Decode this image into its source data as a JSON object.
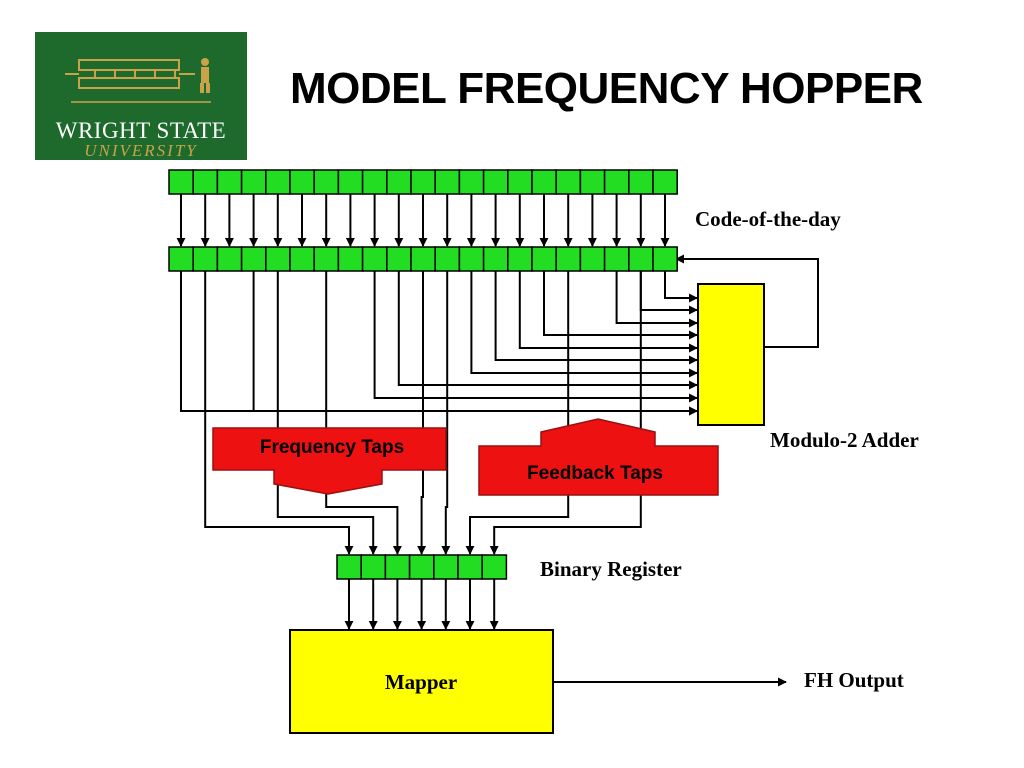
{
  "slide": {
    "title": "MODEL FREQUENCY HOPPER"
  },
  "logo": {
    "line1": "WRIGHT STATE",
    "line2": "UNIVERSITY",
    "background": "#1d6a2c",
    "accent": "#c9a24a"
  },
  "diagram": {
    "labels": {
      "code_of_the_day": "Code-of-the-day",
      "modulo2_adder": "Modulo-2 Adder",
      "binary_register": "Binary Register",
      "fh_output": "FH Output",
      "mapper": "Mapper",
      "frequency_taps": "Frequency Taps",
      "feedback_taps": "Feedback Taps"
    },
    "code_register_cells": 21,
    "shift_register_cells": 21,
    "binary_register_cells": 7,
    "colors": {
      "register_cell": "#22dd22",
      "adder_mapper": "#ffff00",
      "tap_arrow": "#ee1111"
    }
  }
}
